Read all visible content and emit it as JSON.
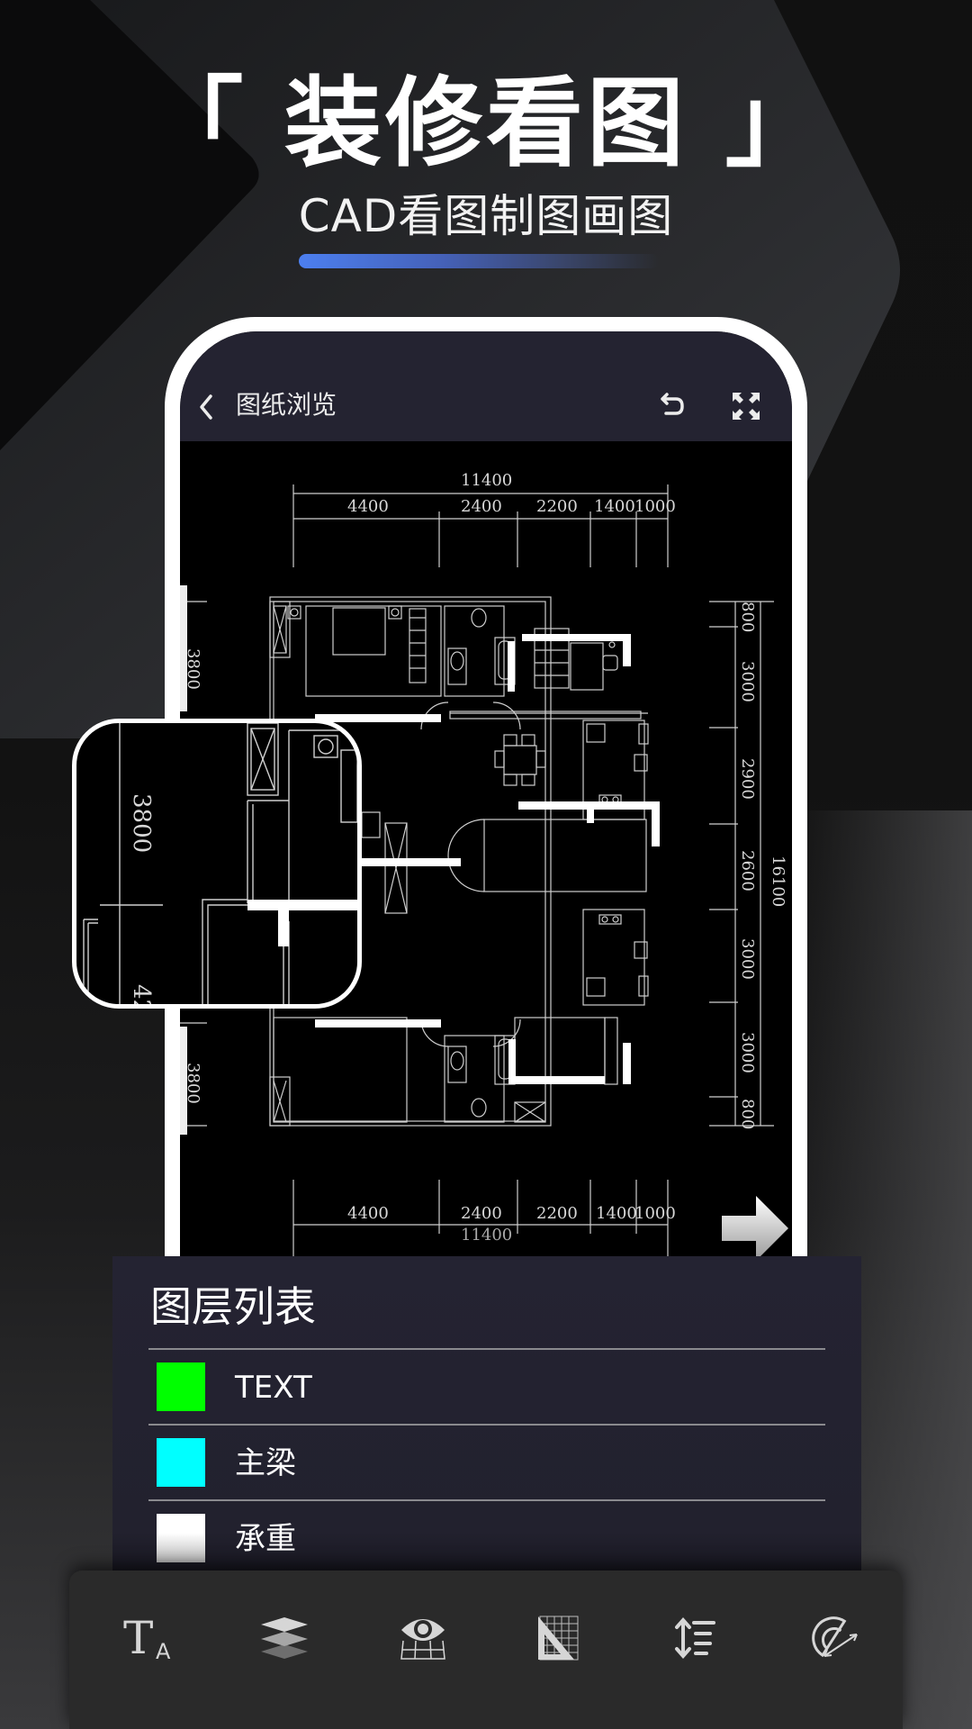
{
  "hero": {
    "title": "「 装修看图 」",
    "subtitle": "CAD看图制图画图",
    "accent_bar_colors": [
      "#4c7ff0",
      "#394466"
    ]
  },
  "app_bar": {
    "back_icon": "chevron-left-icon",
    "title": "图纸浏览",
    "undo_icon": "undo-icon",
    "fullscreen_icon": "fullscreen-icon"
  },
  "drawing": {
    "top_dimensions": {
      "total": "11400",
      "segments": [
        "4400",
        "2400",
        "2200",
        "1400",
        "1000"
      ]
    },
    "bottom_dimensions": {
      "total": "11400",
      "segments": [
        "4400",
        "2400",
        "2200",
        "1400",
        "1000"
      ]
    },
    "right_dimensions": {
      "total": "16100",
      "segments": [
        "800",
        "3000",
        "2900",
        "2600",
        "3000",
        "3000",
        "800"
      ]
    },
    "left_dimensions": {
      "segments": [
        "3800",
        "3800"
      ]
    },
    "magnifier": {
      "dimension_label": "3800",
      "partial_label": "42"
    }
  },
  "next_arrow_icon": "arrow-right-icon",
  "layer_panel": {
    "title": "图层列表",
    "layers": [
      {
        "name": "TEXT",
        "color": "#00ff00"
      },
      {
        "name": "主梁",
        "color": "#00ffff"
      },
      {
        "name": "承重",
        "color": "#ffffff"
      }
    ]
  },
  "toolbar": {
    "tools": [
      {
        "icon": "text-size-icon"
      },
      {
        "icon": "layers-icon"
      },
      {
        "icon": "view-eye-grid-icon"
      },
      {
        "icon": "triangle-ruler-icon"
      },
      {
        "icon": "line-spacing-icon"
      },
      {
        "icon": "protractor-measure-icon"
      }
    ]
  }
}
